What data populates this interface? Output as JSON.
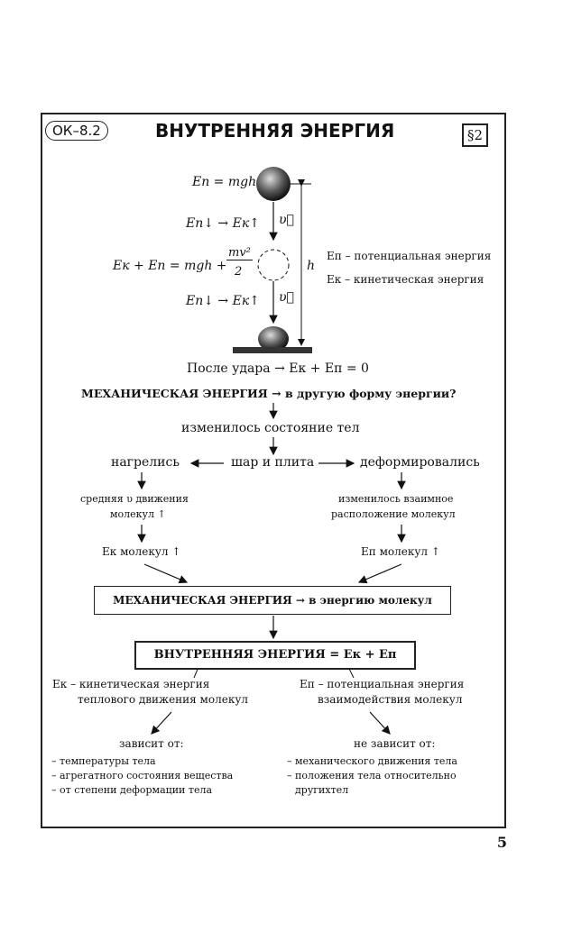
{
  "header": {
    "code": "ОК–8.2",
    "title": "ВНУТРЕННЯЯ ЭНЕРГИЯ",
    "section": "§2"
  },
  "physics": {
    "ep_formula": "Eп = mgh",
    "transition_1": "Eп↓ → Eк↑",
    "velocity": "υ⃗",
    "total_left": "Eк + Eп = mgh +",
    "frac_num": "mv²",
    "frac_den": "2",
    "transition_2": "Eп↓ → Eк↑",
    "height": "h",
    "legend_ep": "Eп – потенциальная энергия",
    "legend_ek": "Eк – кинетическая энергия"
  },
  "flow": {
    "after_impact": "После удара → Eк + Eп = 0",
    "question": "МЕХАНИЧЕСКАЯ ЭНЕРГИЯ → в другую форму энергии?",
    "state_changed": "изменилось состояние тел",
    "heated": "нагрелись",
    "center": "шар и плита",
    "deformed": "деформировались",
    "left_1a": "средняя υ движения",
    "left_1b": "молекул ↑",
    "right_1a": "изменилось взаимное",
    "right_1b": "расположение молекул",
    "left_2": "Eк молекул ↑",
    "right_2": "Eп молекул ↑",
    "box_1": "МЕХАНИЧЕСКАЯ ЭНЕРГИЯ → в энергию молекул",
    "box_2": "ВНУТРЕННЯЯ ЭНЕРГИЯ = Eк + Eп",
    "ek_def_1": "Eк – кинетическая энергия",
    "ek_def_2": "теплового движения молекул",
    "ep_def_1": "Eп – потенциальная энергия",
    "ep_def_2": "взаимодействия молекул",
    "depends": "зависит от:",
    "not_depends": "не зависит от:",
    "depends_items": [
      "– температуры тела",
      "– агрегатного состояния вещества",
      "– от степени деформации тела"
    ],
    "not_depends_items": [
      "– механического движения тела",
      "– положения тела относительно",
      "другихтел"
    ]
  },
  "page_number": "5"
}
